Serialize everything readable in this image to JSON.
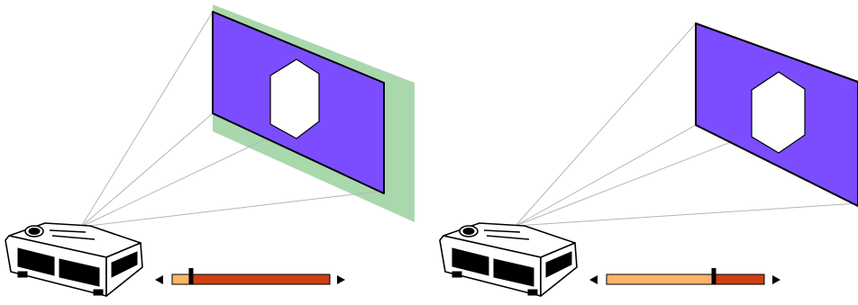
{
  "colors": {
    "background": "#ffffff",
    "screen_fill": "#7b4dff",
    "screen_edge": "#000000",
    "shadow_plane": "#a9d8ad",
    "hexagon": "#ffffff",
    "beam_line": "#b5b5b5",
    "slider_light": "#ffb366",
    "slider_dark": "#cc3f12",
    "slider_outline": "#000000",
    "thumb": "#000000",
    "projector_body": "#ffffff",
    "projector_line": "#000000"
  },
  "panels": [
    {
      "id": "left",
      "icons": [
        "projector-icon",
        "left-arrow-icon",
        "right-arrow-icon"
      ],
      "slider_fraction": 0.12,
      "shows_shadow_plane": true
    },
    {
      "id": "right",
      "icons": [
        "projector-icon",
        "left-arrow-icon",
        "right-arrow-icon"
      ],
      "slider_fraction": 0.68,
      "shows_shadow_plane": false
    }
  ]
}
